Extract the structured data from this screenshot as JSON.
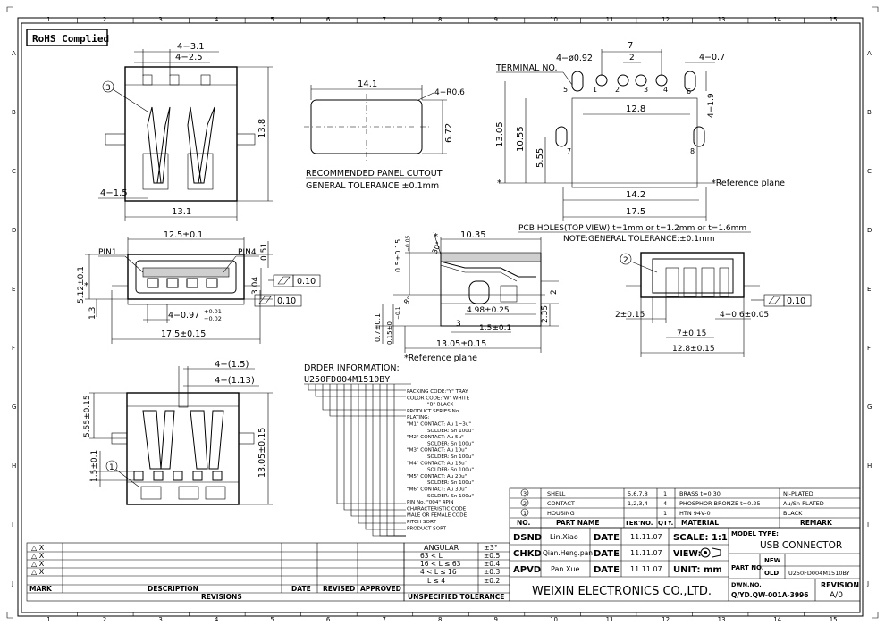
{
  "border": {
    "top_columns": [
      "1",
      "2",
      "3",
      "4",
      "5",
      "6",
      "7",
      "8",
      "9",
      "10",
      "11",
      "12",
      "13",
      "14",
      "15"
    ],
    "side_rows": [
      "A",
      "B",
      "C",
      "D",
      "E",
      "F",
      "G",
      "H",
      "I",
      "J"
    ]
  },
  "rohs": "RoHS Complied",
  "top_left_view": {
    "dim_a": "4−3.1",
    "dim_b": "4−2.5",
    "dim_height": "13.8",
    "dim_side": "4−1.5",
    "dim_width": "13.1",
    "callout": "3"
  },
  "panel_cutout": {
    "width": "14.1",
    "radius": "4−R0.6",
    "height": "6.72",
    "title": "RECOMMENDED PANEL CUTOUT",
    "tolerance": "GENERAL TOLERANCE ±0.1mm"
  },
  "pcb_top": {
    "terminal_label": "TERMINAL NO.",
    "hole_a": "4−ø0.92",
    "pitch_7": "7",
    "pitch_2": "2",
    "slot": "4−0.7",
    "pin_labels": [
      "5",
      "1",
      "2",
      "3",
      "4",
      "6",
      "7",
      "8"
    ],
    "h1305": "13.05",
    "h1055": "10.55",
    "h555": "5.55",
    "w128": "12.8",
    "w142": "14.2",
    "w175": "17.5",
    "d19": "4−1.9",
    "ref_plane": "*Reference plane",
    "star": "*",
    "holes_title": "PCB HOLES(TOP VIEW) t=1mm or t=1.2mm or t=1.6mm",
    "holes_note": "NOTE:GENERAL TOLERANCE:±0.1mm"
  },
  "front_view": {
    "w125": "12.5±0.1",
    "pin1": "PIN1",
    "pin4": "PIN4",
    "d051": "0.51",
    "d304": "3.04",
    "d512": "5.12±0.1",
    "d13": "1.3",
    "pitch": "4−0.97",
    "pitch_tol_up": "+0.01",
    "pitch_tol_dn": "−0.02",
    "w175": "17.5±0.15",
    "flat1": "0.10",
    "flat2": "0.10",
    "star": "*"
  },
  "side_view": {
    "d1035": "10.35",
    "d30": "30°",
    "d05": "0.5±0.15",
    "d05b": "−0.05",
    "d2": "2",
    "d498": "4.98±0.25",
    "d235": "2.35",
    "d07": "0.7±0.1",
    "d015": "0.15±0",
    "d015b": "−0.1",
    "d15": "1.5±0.1",
    "d1305": "13.05±0.15",
    "d3": "3",
    "d8": "8°",
    "ref_plane": "*Reference plane",
    "star": "*"
  },
  "rear_view": {
    "callout": "2",
    "flat": "0.10",
    "d2": "2±0.15",
    "d06": "4−0.6±0.05",
    "d7": "7±0.15",
    "d128": "12.8±0.15"
  },
  "bottom_view": {
    "d15a": "4−(1.5)",
    "d113": "4−(1.13)",
    "d555": "5.55±0.15",
    "d1305": "13.05±0.15",
    "d15": "1.5±0.1",
    "callout": "1"
  },
  "order_info": {
    "title": "DRDER INFORMATION:",
    "code": "U250FD004M1510BY",
    "lines": [
      "PACKING CODE:\"Y\" TRAY",
      "COLOR CODE:\"W\" WHITE",
      "\"B\" BLACK",
      "PRODUCT SERIES No.",
      "PLATING:",
      "\"M1\" CONTACT: Au 1~3u\"",
      "SOLDER: Sn 100u\"",
      "\"M2\" CONTACT: Au 5u\"",
      "SOLDER: Sn 100u\"",
      "\"M3\" CONTACT: Au 10u\"",
      "SOLDER: Sn 100u\"",
      "\"M4\" CONTACT: Au 15u\"",
      "SOLDER: Sn 100u\"",
      "\"M5\" CONTACT: Au 20u\"",
      "SOLDER: Sn 100u\"",
      "\"M6\" CONTACT: Au 30u\"",
      "SOLDER: Sn 100u\"",
      "PIN No.:\"004\" 4PIN",
      "CHARACTERISTIC CODE",
      "MALE OR FEMALE CODE",
      "PITCH SORT",
      "PRODUCT SORT"
    ]
  },
  "bom": {
    "rows": [
      {
        "no": "3",
        "name": "SHELL",
        "ter": "5,6,7,8",
        "qty": "1",
        "material": "BRASS   t=0.30",
        "remark": "Ni-PLATED"
      },
      {
        "no": "2",
        "name": "CONTACT",
        "ter": "1,2,3,4",
        "qty": "4",
        "material": "PHOSPHOR BRONZE t=0.25",
        "remark": "Au/Sn PLATED"
      },
      {
        "no": "1",
        "name": "HOUSING",
        "ter": "",
        "qty": "1",
        "material": "HTN 94V-0",
        "remark": "BLACK"
      }
    ],
    "headers": {
      "no": "NO.",
      "name": "PART  NAME",
      "ter": "TER'NO.",
      "qty": "QTY.",
      "material": "MATERIAL",
      "remark": "REMARK"
    }
  },
  "title_block": {
    "dsnd": "DSND",
    "dsnd_name": "Lin.Xiao",
    "chkd": "CHKD",
    "chkd_name": "Qian.Heng.pan",
    "apvd": "APVD",
    "apvd_name": "Pan.Xue",
    "date_label": "DATE",
    "date1": "11.11.07",
    "date2": "11.11.07",
    "date3": "11.11.07",
    "scale": "SCALE: 1:1",
    "view": "VIEW:",
    "unit": "UNIT:  mm",
    "model_type_label": "MODEL TYPE:",
    "model_type": "USB CONNECTOR",
    "part_no_label": "PART NO.",
    "new": "NEW",
    "old": "OLD",
    "part_no": "U250FD004M1510BY",
    "company": "WEIXIN ELECTRONICS CO.,LTD.",
    "dwn_label": "DWN.NO.",
    "dwn_no": "Q/YD.QW-001A-3996",
    "revision_label": "REVISION",
    "revision": "A/0"
  },
  "tolerance": {
    "header": "ANGULAR",
    "header_val": "±3°",
    "rows": [
      {
        "range": "63 <  L",
        "val": "±0.5"
      },
      {
        "range": "16 <  L  ≤ 63",
        "val": "±0.4"
      },
      {
        "range": "4 <  L  ≤ 16",
        "val": "±0.3"
      },
      {
        "range": "L  ≤  4",
        "val": "±0.2"
      }
    ],
    "footer": "UNSPECIFIED  TOLERANCE"
  },
  "revisions": {
    "marks": [
      "△ X",
      "△ X",
      "△ X",
      "△ X"
    ],
    "headers": {
      "mark": "MARK",
      "description": "DESCRIPTION",
      "date": "DATE",
      "revised": "REVISED",
      "approved": "APPROVED"
    },
    "footer": "REVISIONS"
  }
}
